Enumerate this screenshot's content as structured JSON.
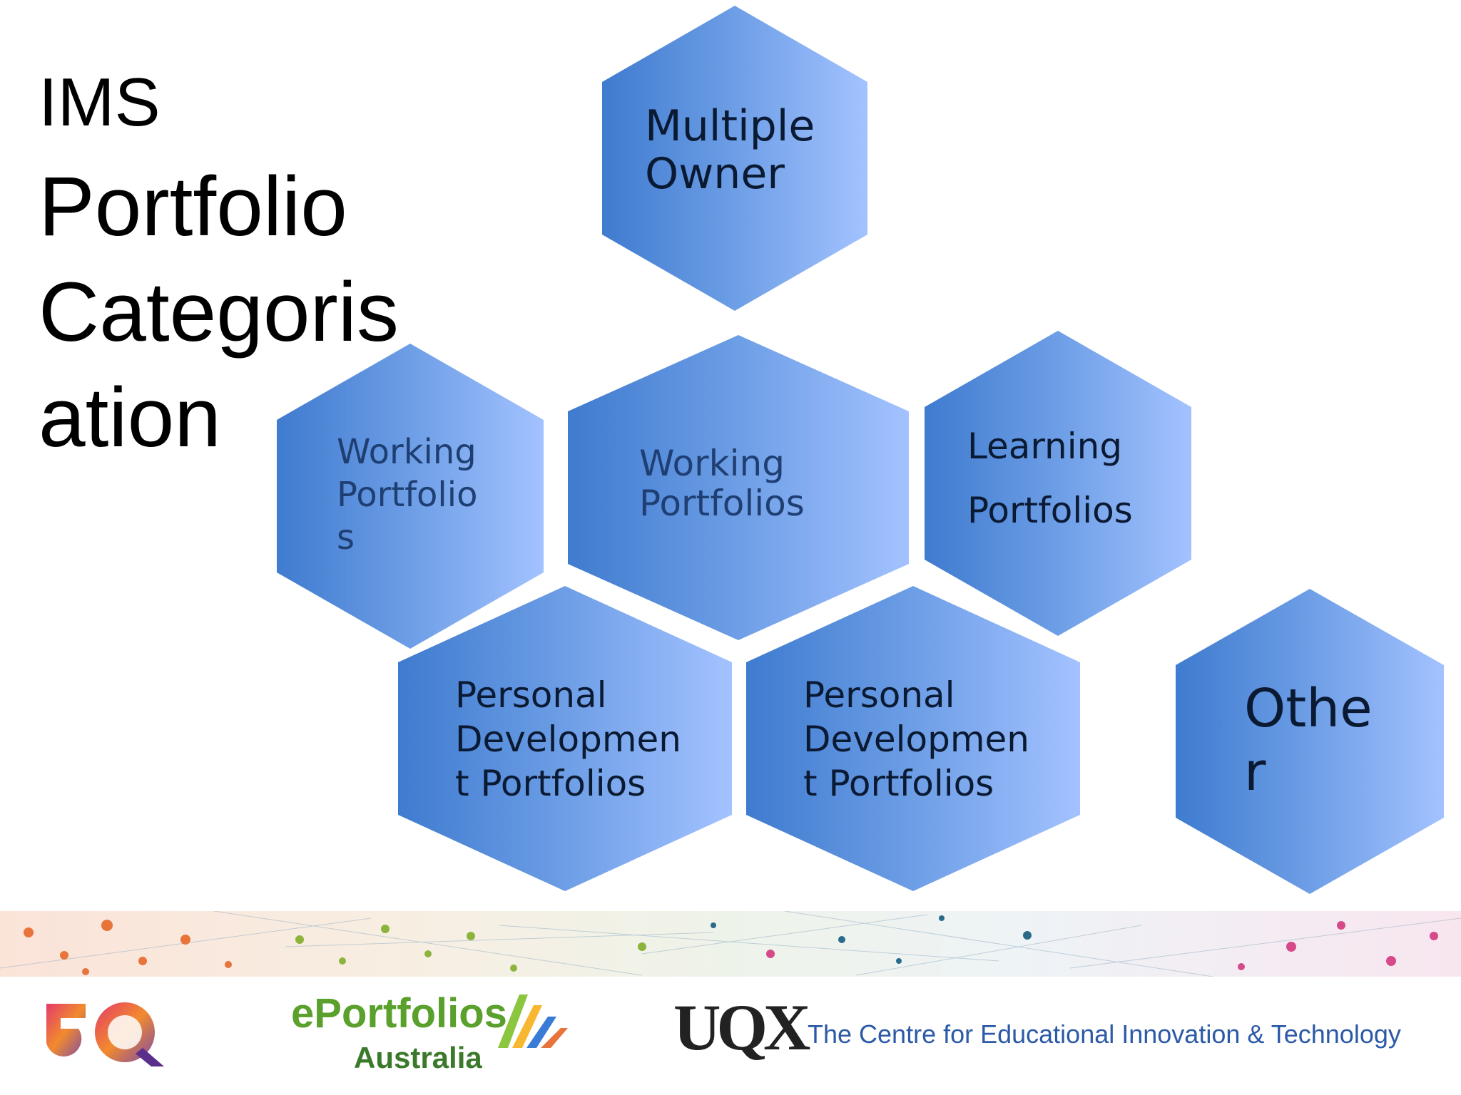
{
  "title": {
    "line1": "IMS",
    "line2": "Portfolio",
    "line3": "Categoris",
    "line4": "ation"
  },
  "hexagons": {
    "multiple_owner": "Multiple\nOwner",
    "working_left": "Working\nPortfolio\ns",
    "working_center": "Working\nPortfolios",
    "learning": "Learning\n\nPortfolios",
    "personal_left": "Personal\nDevelopmen\nt Portfolios",
    "personal_right": "Personal\nDevelopmen\nt Portfolios",
    "other": "Othe\nr"
  },
  "footer": {
    "centre_text": "The Centre for Educational Innovation & Technology",
    "uqx_logo": "UQX",
    "eportfolios_logo_1": "ePortfolios",
    "eportfolios_logo_2": "Australia"
  },
  "colors": {
    "hex_dark": "#3f7bcf",
    "hex_light": "#a3c2ff",
    "footer_text": "#2c5aa7"
  }
}
